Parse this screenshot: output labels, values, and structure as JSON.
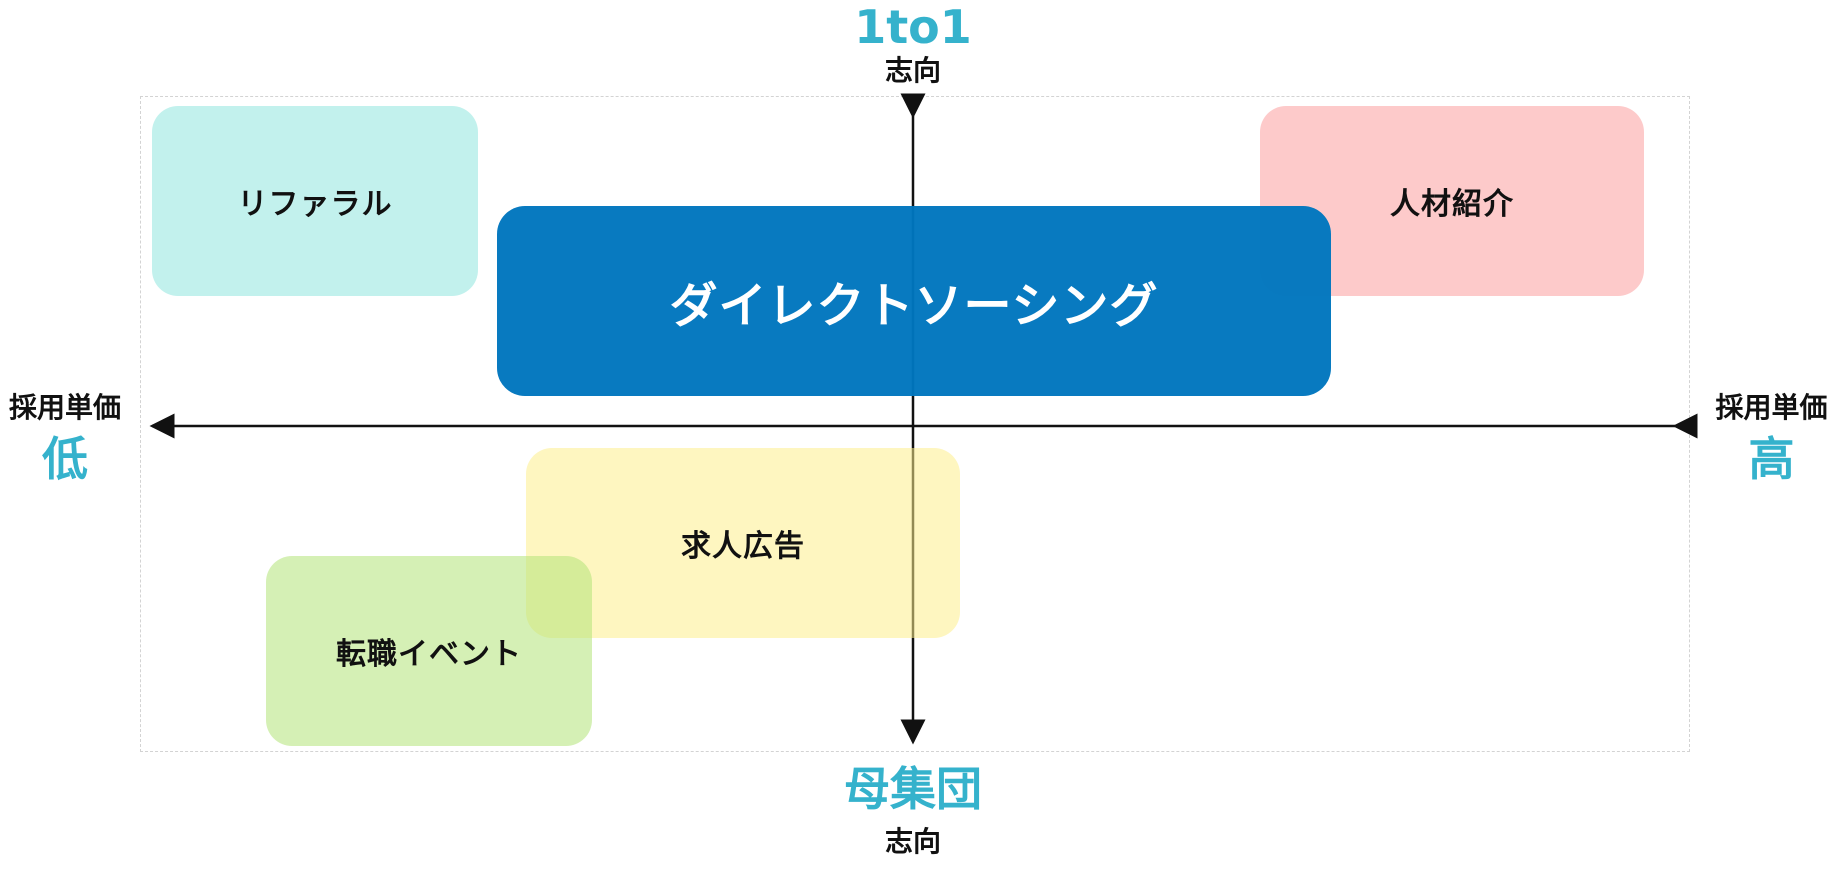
{
  "axes": {
    "top": {
      "emphasis": "1to1",
      "suffix": "志向"
    },
    "bottom": {
      "emphasis": "母集団",
      "suffix": "志向"
    },
    "left": {
      "prefix": "採用単価",
      "emphasis": "低"
    },
    "right": {
      "prefix": "採用単価",
      "emphasis": "高"
    }
  },
  "items": {
    "referral": "リファラル",
    "agency": "人材紹介",
    "direct_sourcing": "ダイレクトソーシング",
    "job_ad": "求人広告",
    "career_event": "転職イベント"
  },
  "colors": {
    "accent": "#35b2cc",
    "referral": "#78e1d6",
    "agency": "#fc9696",
    "direct_sourcing": "#0076be",
    "job_ad": "#fdee8c",
    "career_event": "#b3e478"
  }
}
